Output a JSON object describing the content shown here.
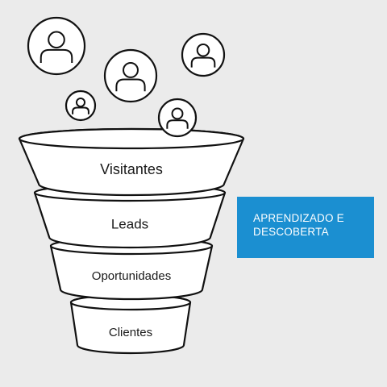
{
  "funnel": {
    "stages": [
      {
        "label": "Visitantes"
      },
      {
        "label": "Leads"
      },
      {
        "label": "Oportunidades"
      },
      {
        "label": "Clientes"
      }
    ]
  },
  "people": [
    {
      "icon": "person-icon"
    },
    {
      "icon": "person-icon"
    },
    {
      "icon": "person-icon"
    },
    {
      "icon": "person-icon"
    },
    {
      "icon": "person-icon"
    }
  ],
  "badge": {
    "text": "APRENDIZADO E DESCOBERTA",
    "background": "#1b8fd1"
  },
  "colors": {
    "background": "#ebebeb",
    "stroke": "#111111",
    "fill": "#ffffff"
  }
}
